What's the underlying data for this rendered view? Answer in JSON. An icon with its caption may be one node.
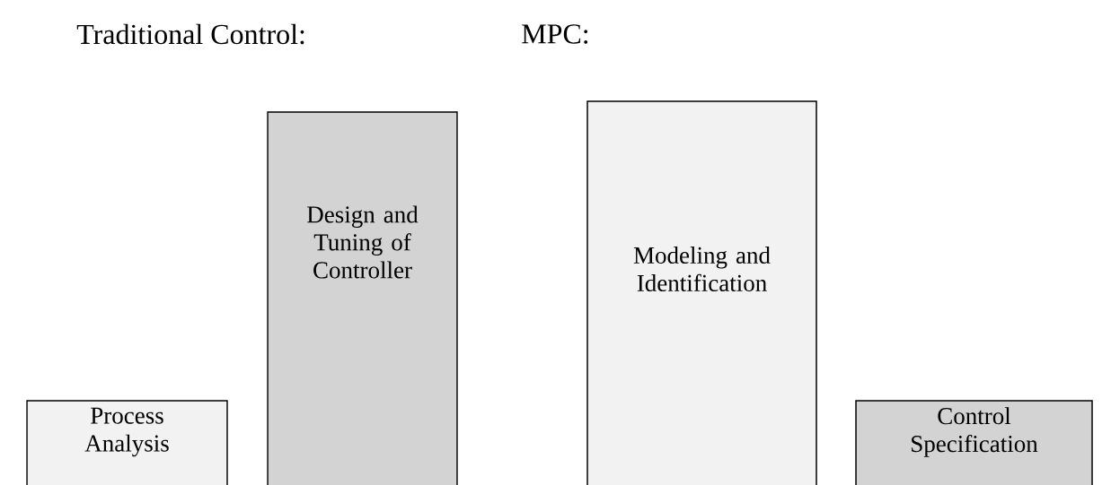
{
  "diagram": {
    "nodes": [
      {
        "text": [
          "Process Analysis"
        ]
      },
      {
        "text": [
          "Design and Tuning of Controller"
        ]
      },
      {
        "text": [
          "Modeling and Identification"
        ]
      },
      {
        "text": [
          "Control Specification"
        ]
      }
    ],
    "labels": [
      "Traditional Control:",
      "MPC:"
    ]
  }
}
